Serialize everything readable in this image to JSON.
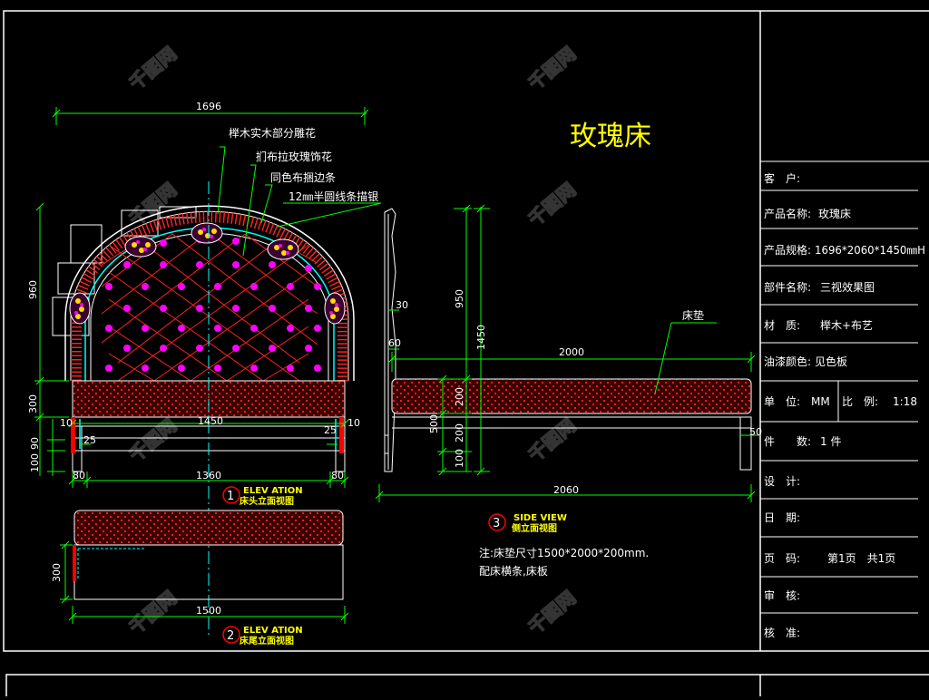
{
  "drawing": {
    "title": "玫瑰床",
    "annotations": {
      "carving": "榉木实木部分雕花",
      "rose_flower": "扪布拉玫瑰饰花",
      "edge_strip": "同色布捆边条",
      "round_strip": "12㎜半圆线条描银",
      "mattress": "床垫"
    },
    "views": [
      {
        "num": "1",
        "en": "ELEV ATION",
        "cn": "床头立面视图"
      },
      {
        "num": "2",
        "en": "ELEV ATION",
        "cn": "床尾立面视图"
      },
      {
        "num": "3",
        "en": "SIDE VIEW",
        "cn": "侧立面视图"
      }
    ],
    "note_line1": "注:床垫尺寸1500*2000*200mm.",
    "note_line2": "配床横条,床板",
    "dimensions": {
      "headboard_width": "1696",
      "headboard_height": "960",
      "base_height": "300",
      "d10a": "10",
      "d1450": "1450",
      "d10b": "10",
      "d25a": "25",
      "d25b": "25",
      "d90": "90",
      "d100": "100",
      "d80a": "80",
      "d1360": "1360",
      "d80b": "80",
      "foot_height": "300",
      "foot_width": "1500",
      "side_950": "950",
      "side_30": "30",
      "side_1450": "1450",
      "side_60": "60",
      "side_2000": "2000",
      "side_200a": "200",
      "side_500": "500",
      "side_200b": "200",
      "side_100": "100",
      "side_50": "50",
      "side_2060": "2060"
    }
  },
  "title_block": {
    "rows": [
      {
        "label": "客　户:",
        "value": ""
      },
      {
        "label": "产品名称:",
        "value": "玫瑰床"
      },
      {
        "label": "产品规格:",
        "value": "1696*2060*1450㎜H"
      },
      {
        "label": "部件名称:",
        "value": "三视效果图"
      },
      {
        "label": "材　质:",
        "value": "榉木+布艺"
      },
      {
        "label": "油漆颜色:",
        "value": "见色板"
      }
    ],
    "unit_label": "单　位:",
    "unit_value": "MM",
    "scale_label": "比　例:",
    "scale_value": "1:18",
    "qty_label": "件　　数:",
    "qty_value": "1 件",
    "design_label": "设　计:",
    "date_label": "日　期:",
    "page_label": "页　码:",
    "page_value": "第1页　共1页",
    "review_label": "审　核:",
    "approve_label": "核　准:"
  },
  "watermark": "千图网",
  "colors": {
    "background": "#000000",
    "frame": "#ffffff",
    "dimension": "#00ff00",
    "cyan": "#00ffff",
    "tufting": "#ff00ff",
    "upholstery": "#ff0000",
    "yellow": "#ffff00"
  }
}
